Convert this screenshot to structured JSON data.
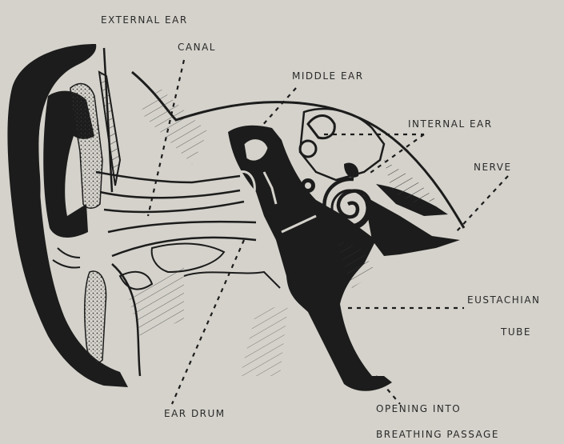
{
  "diagram": {
    "labels": {
      "external_ear": "External Ear",
      "canal": "Canal",
      "middle_ear": "Middle Ear",
      "internal_ear": "Internal Ear",
      "nerve": "Nerve",
      "eustachian": "Eustachian",
      "tube": "Tube",
      "ear_drum": "Ear Drum",
      "opening_into": "Opening Into",
      "breathing_passage": "Breathing Passage"
    },
    "colors": {
      "paper": "#d4d2cb",
      "ink": "#1c1c1c"
    }
  }
}
